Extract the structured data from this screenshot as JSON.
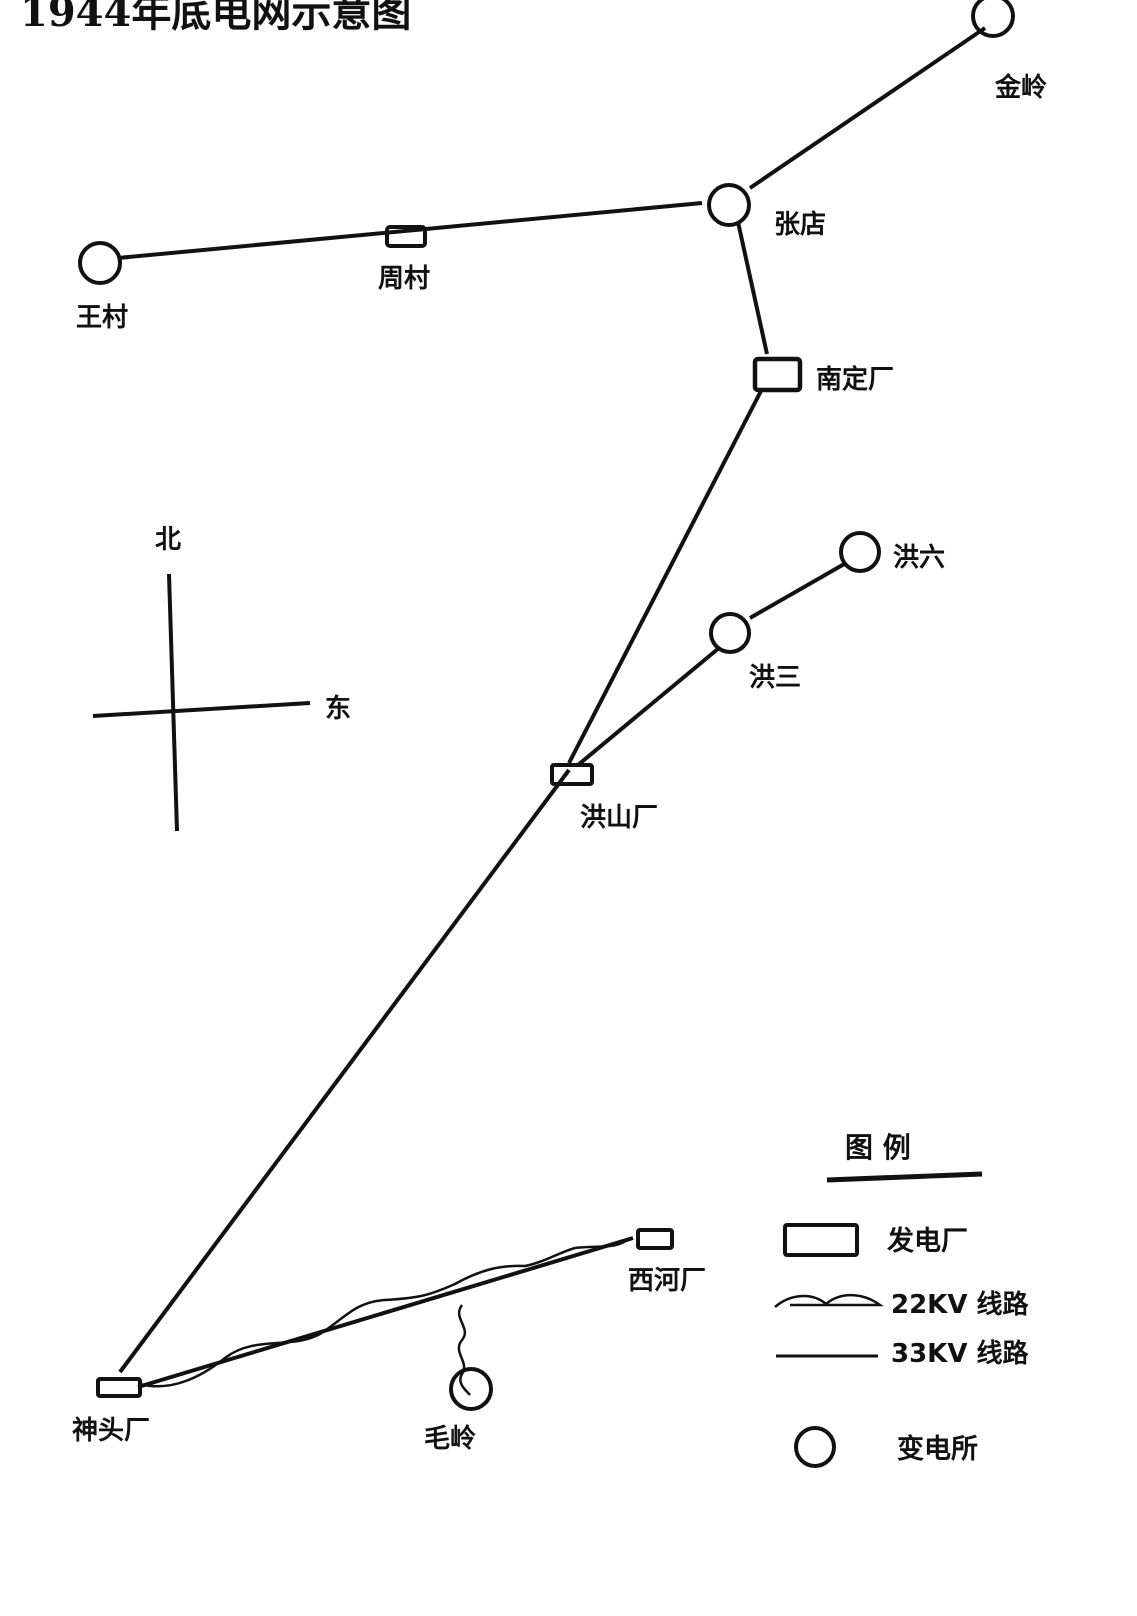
{
  "title": "1944年底电网示意图",
  "compass": {
    "north": "北",
    "east": "东"
  },
  "stations": {
    "jinling": "金岭",
    "zhangdian": "张店",
    "wangcun": "王村",
    "zhoucun": "周村",
    "nanding": "南定厂",
    "hongliu": "洪六",
    "hongsan": "洪三",
    "hongshan": "洪山厂",
    "xihe": "西河厂",
    "shentou": "神头厂",
    "maoling": "毛岭"
  },
  "legend": {
    "heading": "图 例",
    "power_plant": "发电厂",
    "line_22kv": "22KV 线路",
    "line_33kv": "33KV 线路",
    "substation": "变电所"
  }
}
